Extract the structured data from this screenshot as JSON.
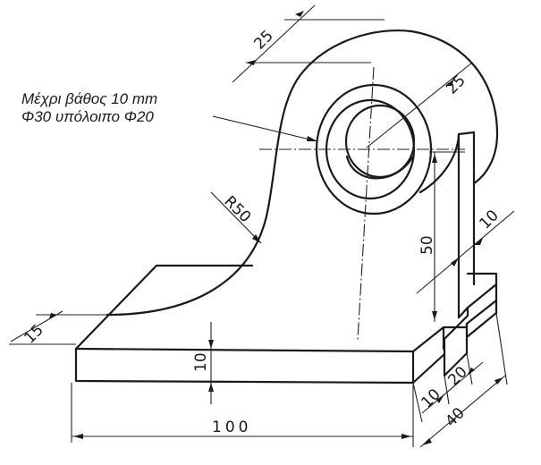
{
  "note": {
    "line1": "Μέχρι βάθος 10 mm",
    "line2": "Φ30 υπόλοιπο Φ20"
  },
  "dimensions": {
    "top_25": "25",
    "hole_25": "25",
    "radius": "R50",
    "height_50": "50",
    "rib_10": "10",
    "depth_15": "15",
    "base_10": "10",
    "slot_10": "10",
    "slot_20": "20",
    "depth_40": "40",
    "width_100": "100"
  }
}
